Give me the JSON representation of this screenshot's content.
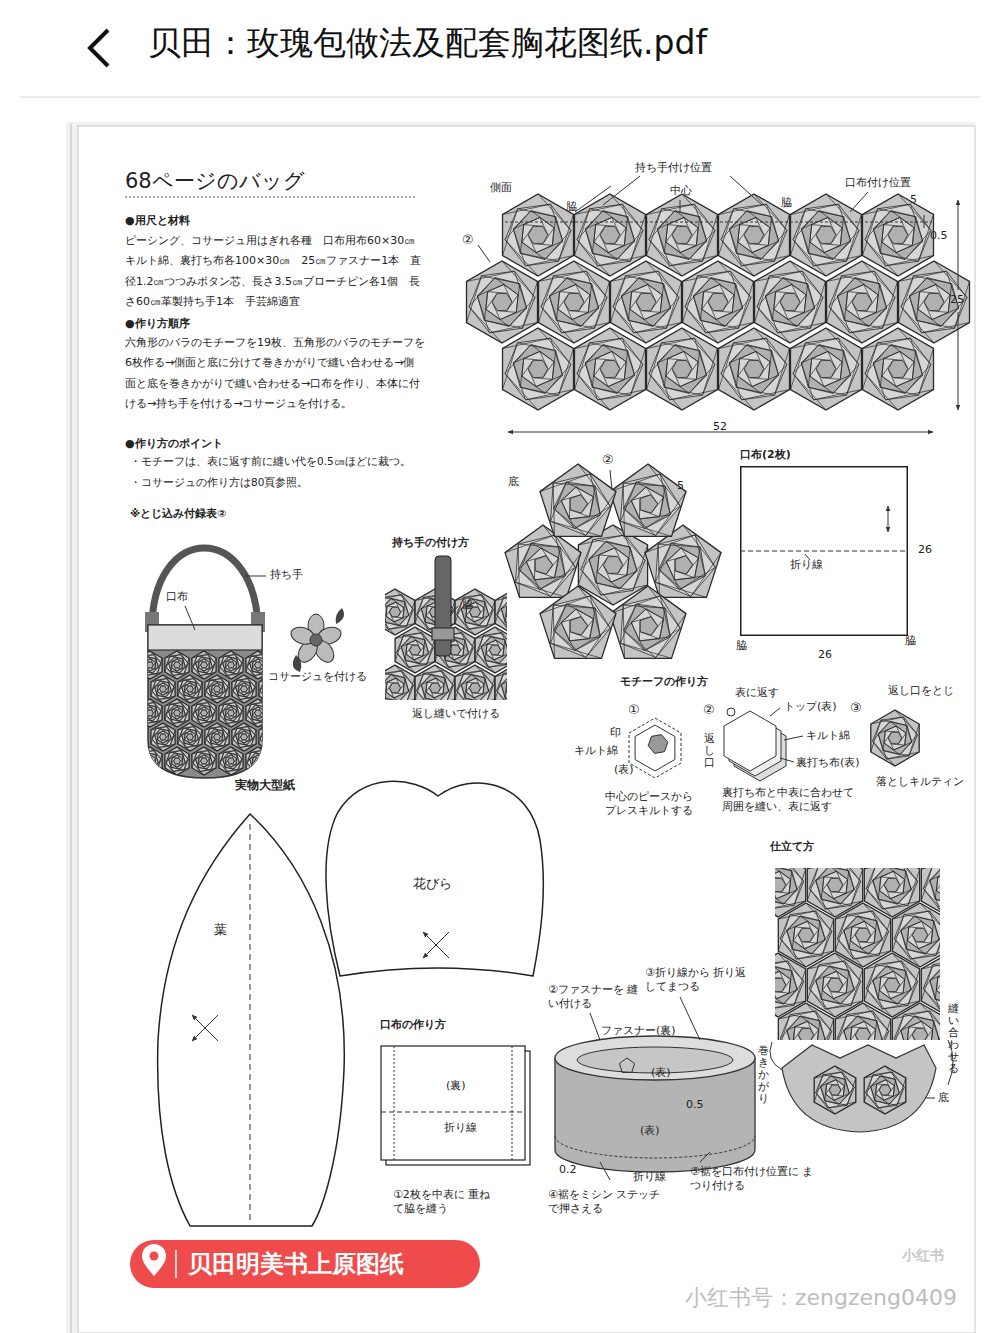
{
  "diagram": {
    "title": "68ページのバッグ",
    "nodes": [
      {
        "text": [
          "葉"
        ]
      },
      {
        "text": [
          "花びら"
        ]
      },
      {
        "text": [
          "口布(2枚)",
          "折り線"
        ]
      },
      {
        "text": [
          "(裏)",
          "折り線"
        ]
      },
      {
        "text": [
          "贝田明美书上原图纸"
        ]
      }
    ],
    "labels": [
      "贝田：玫瑰包做法及配套胸花图纸.pdf",
      "●用尺と材料",
      "ピーシング、コサージュ用はぎれ各種　口布用布60×30㎝　キルト綿、裏打ち布各100×30㎝　25㎝ファスナー1本　直径1.2㎝つつみボタン芯、長さ3.5㎝ブローチピン各1個　長さ60㎝革製持ち手1本　手芸綿適宜",
      "●作り方順序",
      "六角形のバラのモチーフを19枚、五角形のバラのモチーフを6枚作る→側面と底に分けて巻きかがりで縫い合わせる→側面と底を巻きかがりで縫い合わせる→口布を作り、本体に付ける→持ち手を付ける→コサージュを付ける。",
      "●作り方のポイント",
      "・モチーフは、表に返す前に縫い代を0.5㎝ほどに裁つ。",
      "・コサージュの作り方は80頁参照。",
      "※とじ込み付録表②",
      "持ち手",
      "口布",
      "コサージュを付ける",
      "持ち手の付け方",
      "脇",
      "返し縫いで付ける",
      "側面",
      "持ち手付け位置",
      "中心",
      "脇",
      "脇",
      "口布付け位置",
      "5",
      "0.5",
      "25",
      "②",
      "52",
      "底",
      "②",
      "5",
      "26",
      "脇",
      "26",
      "脇",
      "モチーフの作り方",
      "①",
      "印",
      "キルト綿",
      "(表)",
      "中心のピースから プレスキルトする",
      "②",
      "表に返す",
      "トップ(表)",
      "③",
      "返し口をとじ",
      "返し口",
      "キルト綿",
      "裏打ち布(表)",
      "落としキルティン",
      "裏打ち布と中表に合わせて 周囲を縫い、表に返す",
      "仕立て方",
      "縫い合わせる",
      "巻きかがり",
      "底",
      "実物大型紙",
      "口布の作り方",
      "①2枚を中表に 重ねて脇を縫う",
      "②ファスナーを 縫い付ける",
      "③折り線から 折り返してまつる",
      "ファスナー(裏)",
      "(表)",
      "(表)",
      "0.5",
      "0.2",
      "折り線",
      "④裾をミシン ステッチで押さえる",
      "⑤裾を口布付け位置に まつり付ける",
      "小红书号：zengzeng0409",
      "小红书"
    ]
  }
}
